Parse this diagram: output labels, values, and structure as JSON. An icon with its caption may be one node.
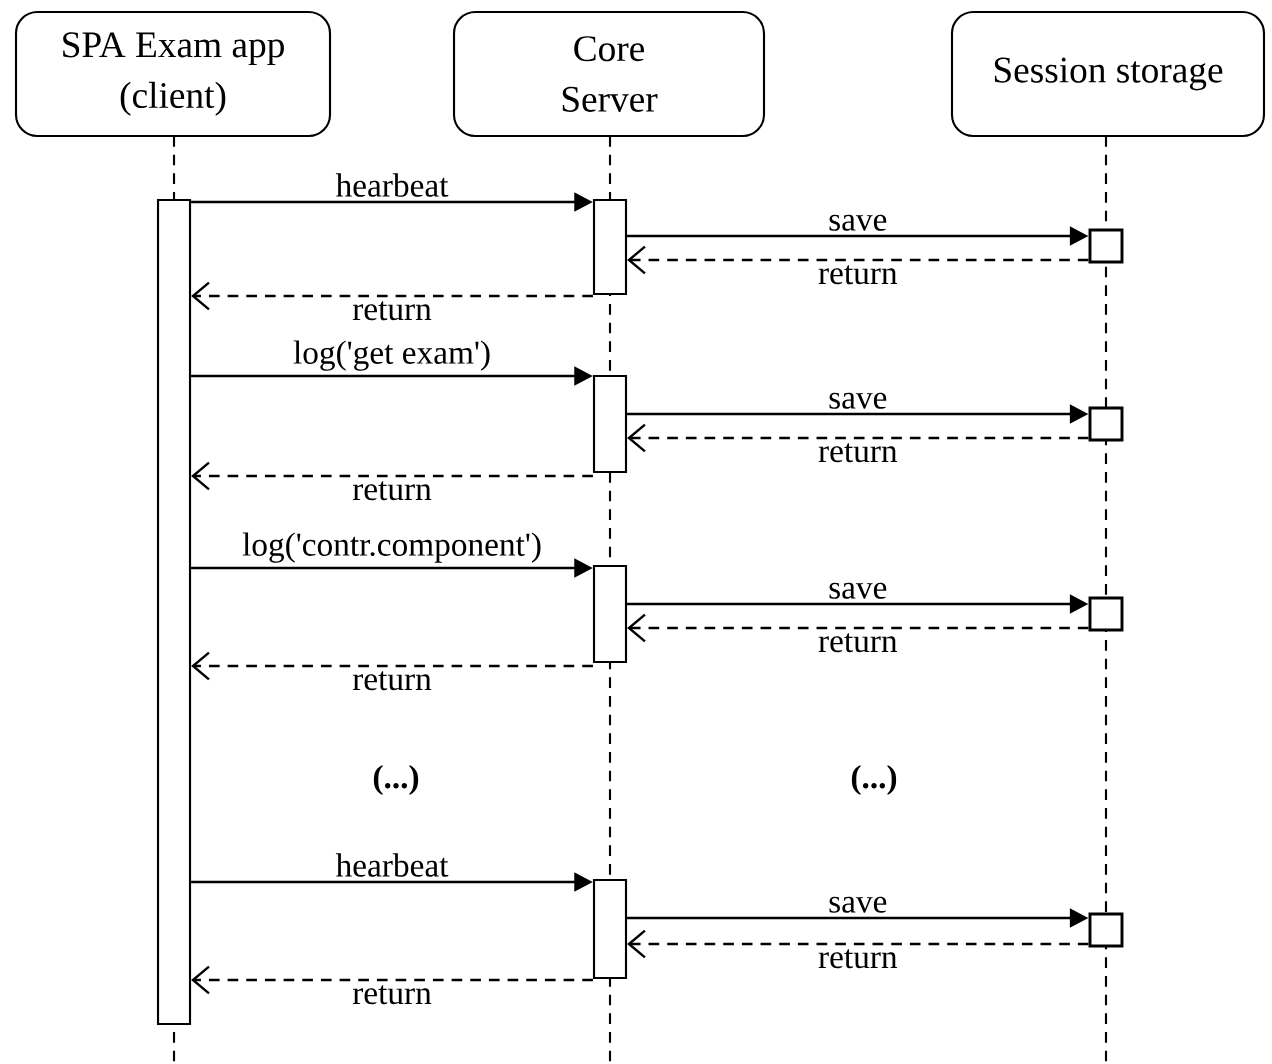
{
  "diagram": {
    "nodes": [
      {
        "text": [
          "SPA Exam app (client)"
        ]
      },
      {
        "text": [
          "Core Server"
        ]
      },
      {
        "text": [
          "Session storage"
        ]
      },
      {
        "text": [],
        "shape": "bar"
      },
      {
        "text": [],
        "shape": "bar"
      },
      {
        "text": [],
        "shape": "bar"
      },
      {
        "text": [],
        "shape": "bar"
      },
      {
        "text": [],
        "shape": "bar"
      },
      {
        "text": [],
        "shape": "box"
      },
      {
        "text": [],
        "shape": "box"
      },
      {
        "text": [],
        "shape": "box"
      },
      {
        "text": [],
        "shape": "box"
      }
    ],
    "edges": [
      {
        "from": 3,
        "to": 4,
        "arrow": "to",
        "label": "hearbeat"
      },
      {
        "from": 4,
        "to": 8,
        "arrow": "to",
        "label": "save"
      },
      {
        "from": 8,
        "to": 4,
        "arrow": "to",
        "label": "return",
        "style": "dashed"
      },
      {
        "from": 4,
        "to": 3,
        "arrow": "to",
        "label": "return",
        "style": "dashed"
      },
      {
        "from": 3,
        "to": 5,
        "arrow": "to",
        "label": "log('get exam')"
      },
      {
        "from": 5,
        "to": 9,
        "arrow": "to",
        "label": "save"
      },
      {
        "from": 9,
        "to": 5,
        "arrow": "to",
        "label": "return",
        "style": "dashed"
      },
      {
        "from": 5,
        "to": 3,
        "arrow": "to",
        "label": "return",
        "style": "dashed"
      },
      {
        "from": 3,
        "to": 6,
        "arrow": "to",
        "label": "log('contr.component')"
      },
      {
        "from": 6,
        "to": 10,
        "arrow": "to",
        "label": "save"
      },
      {
        "from": 10,
        "to": 6,
        "arrow": "to",
        "label": "return",
        "style": "dashed"
      },
      {
        "from": 6,
        "to": 3,
        "arrow": "to",
        "label": "return",
        "style": "dashed"
      },
      {
        "from": 3,
        "to": 7,
        "arrow": "to",
        "label": "hearbeat"
      },
      {
        "from": 7,
        "to": 11,
        "arrow": "to",
        "label": "save"
      },
      {
        "from": 11,
        "to": 7,
        "arrow": "to",
        "label": "return",
        "style": "dashed"
      },
      {
        "from": 7,
        "to": 3,
        "arrow": "to",
        "label": "return",
        "style": "dashed"
      }
    ],
    "labels": [
      "(...)",
      "(...)"
    ]
  }
}
